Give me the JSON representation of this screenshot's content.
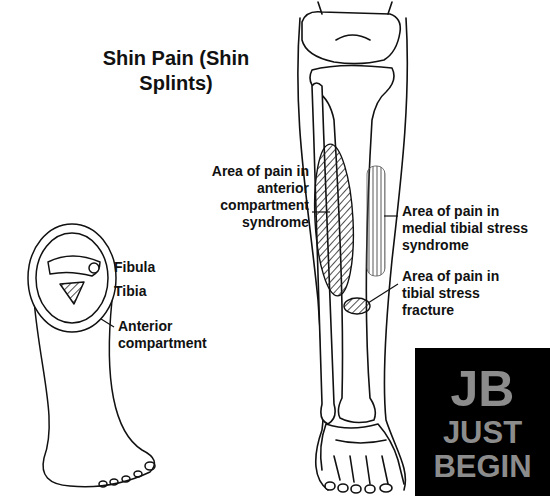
{
  "diagram": {
    "title": "Shin Pain (Shin Splints)",
    "nodes": [
      {
        "text": [
          "JB",
          "JUST BEGIN"
        ]
      }
    ],
    "labels": [
      "Fibula",
      "Tibia",
      "Anterior compartment",
      "Area of pain in anterior compartment syndrome",
      "Area of pain in medial tibial stress syndrome",
      "Area of pain in tibial stress fracture"
    ]
  }
}
